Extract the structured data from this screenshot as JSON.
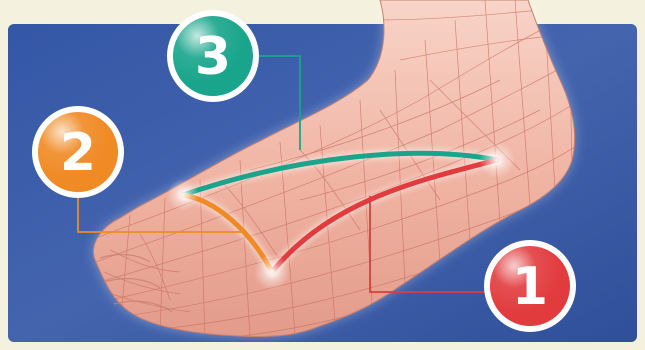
{
  "callouts": [
    {
      "number": "1",
      "color": "#e23b3e"
    },
    {
      "number": "2",
      "color": "#f08a24"
    },
    {
      "number": "3",
      "color": "#18a58b"
    }
  ],
  "colors": {
    "background_frame": "#f4f1de",
    "panel_blue": "#3e61ab",
    "skin": "#f0b4a4",
    "mesh_line": "#c96d5e"
  }
}
